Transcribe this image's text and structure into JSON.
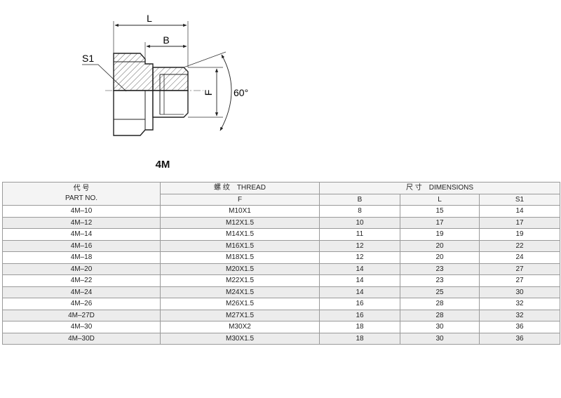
{
  "drawing": {
    "dim_L": "L",
    "dim_B": "B",
    "dim_S1": "S1",
    "dim_F": "F",
    "angle": "60°"
  },
  "model": "4M",
  "table": {
    "header": {
      "part_cn": "代 号",
      "part_en": "PART  NO.",
      "thread_cn": "螺 纹",
      "thread_en": "THREAD",
      "dims_cn": "尺 寸",
      "dims_en": "DIMENSIONS",
      "sub_F": "F",
      "sub_B": "B",
      "sub_L": "L",
      "sub_S1": "S1"
    },
    "rows": [
      {
        "part": "4M–10",
        "thread": "M10X1",
        "B": "8",
        "L": "15",
        "S1": "14"
      },
      {
        "part": "4M–12",
        "thread": "M12X1.5",
        "B": "10",
        "L": "17",
        "S1": "17"
      },
      {
        "part": "4M–14",
        "thread": "M14X1.5",
        "B": "11",
        "L": "19",
        "S1": "19"
      },
      {
        "part": "4M–16",
        "thread": "M16X1.5",
        "B": "12",
        "L": "20",
        "S1": "22"
      },
      {
        "part": "4M–18",
        "thread": "M18X1.5",
        "B": "12",
        "L": "20",
        "S1": "24"
      },
      {
        "part": "4M–20",
        "thread": "M20X1.5",
        "B": "14",
        "L": "23",
        "S1": "27"
      },
      {
        "part": "4M–22",
        "thread": "M22X1.5",
        "B": "14",
        "L": "23",
        "S1": "27"
      },
      {
        "part": "4M–24",
        "thread": "M24X1.5",
        "B": "14",
        "L": "25",
        "S1": "30"
      },
      {
        "part": "4M–26",
        "thread": "M26X1.5",
        "B": "16",
        "L": "28",
        "S1": "32"
      },
      {
        "part": "4M–27D",
        "thread": "M27X1.5",
        "B": "16",
        "L": "28",
        "S1": "32"
      },
      {
        "part": "4M–30",
        "thread": "M30X2",
        "B": "18",
        "L": "30",
        "S1": "36"
      },
      {
        "part": "4M–30D",
        "thread": "M30X1.5",
        "B": "18",
        "L": "30",
        "S1": "36"
      }
    ]
  }
}
